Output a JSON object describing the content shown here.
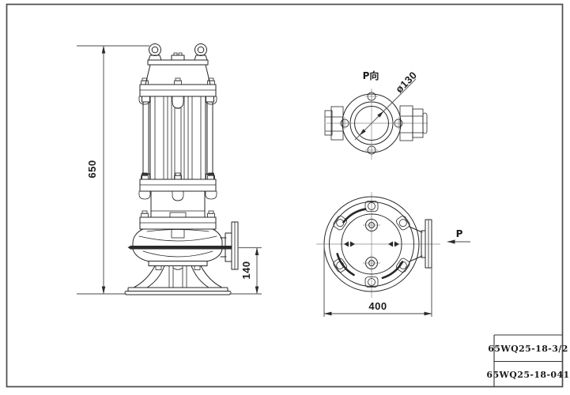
{
  "drawing_labels": {
    "height_dim": "650",
    "outlet_height_dim": "140",
    "width_dim": "400",
    "flange_diameter_dim": "ø130",
    "p_view_title": "P向",
    "p_direction": "P"
  },
  "title_block": {
    "model_code": "65WQ25-18-3/2",
    "drawing_code": "65WQ25-18-041"
  },
  "colors": {
    "object_line": "#262626",
    "dimension_line": "#6e6e6e",
    "border": "#4a4a4a",
    "background": "#ffffff"
  }
}
